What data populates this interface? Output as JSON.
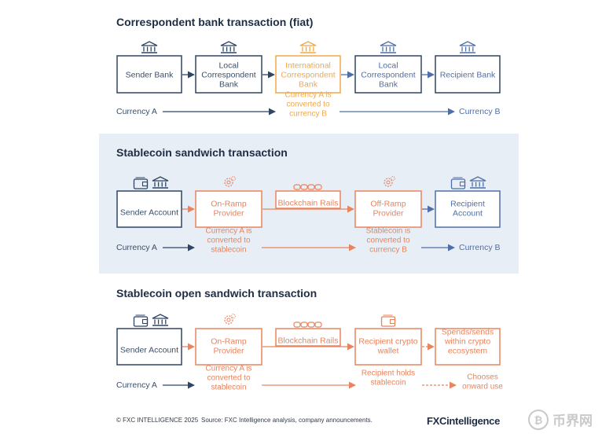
{
  "colors": {
    "navy": "#2e4563",
    "navy_text": "#3a4f6a",
    "blue_text": "#4f6fa8",
    "orange": "#e8845e",
    "gold": "#f0a848",
    "panel": "#e8eef6"
  },
  "sections": [
    {
      "title": "Correspondent bank transaction (fiat)",
      "boxes": [
        {
          "label": "Sender Bank",
          "icons": [
            "bank-icon"
          ]
        },
        {
          "label": "Local\nCorrespondent\nBank",
          "icons": [
            "bank-icon"
          ]
        },
        {
          "label": "International\nCorrespondent\nBank",
          "icons": [
            "bank-icon"
          ]
        },
        {
          "label": "Local\nCorrespondent\nBank",
          "icons": [
            "bank-icon"
          ]
        },
        {
          "label": "Recipient Bank",
          "icons": [
            "bank-icon"
          ]
        }
      ],
      "currency_start": "Currency A",
      "middle_note": "Currency A is\nconverted to\ncurrency B",
      "currency_end": "Currency B"
    },
    {
      "title": "Stablecoin sandwich transaction",
      "boxes": [
        {
          "label": "Sender Account",
          "icons": [
            "wallet-icon",
            "bank-icon"
          ]
        },
        {
          "label": "On-Ramp\nProvider",
          "icons": [
            "gear-icon"
          ]
        },
        {
          "label": "Blockchain Rails",
          "icons": [
            "chain-icon"
          ]
        },
        {
          "label": "Off-Ramp\nProvider",
          "icons": [
            "gear-icon"
          ]
        },
        {
          "label": "Recipient\nAccount",
          "icons": [
            "wallet-icon",
            "bank-icon"
          ]
        }
      ],
      "currency_start": "Currency A",
      "note_1": "Currency A is\nconverted to\nstablecoin",
      "note_2": "Stablecoin is\nconverted to\ncurrency B",
      "currency_end": "Currency B"
    },
    {
      "title": "Stablecoin open sandwich transaction",
      "boxes": [
        {
          "label": "Sender Account",
          "icons": [
            "wallet-icon",
            "bank-icon"
          ]
        },
        {
          "label": "On-Ramp\nProvider",
          "icons": [
            "gear-icon"
          ]
        },
        {
          "label": "Blockchain Rails",
          "icons": [
            "chain-icon"
          ]
        },
        {
          "label": "Recipient crypto\nwallet",
          "icons": [
            "wallet-icon"
          ]
        },
        {
          "label": "Spends/sends\nwithin crypto\necosystem",
          "icons": []
        }
      ],
      "currency_start": "Currency A",
      "note_1": "Currency A is\nconverted to\nstablecoin",
      "note_2": "Recipient holds\nstablecoin",
      "note_3": "Chooses\nonward use"
    }
  ],
  "footer": {
    "copyright": "© FXC INTELLIGENCE 2025",
    "source": "Source: FXC Intelligence analysis, company announcements.",
    "logo": "FXCintelligence",
    "watermark": "币界网"
  }
}
